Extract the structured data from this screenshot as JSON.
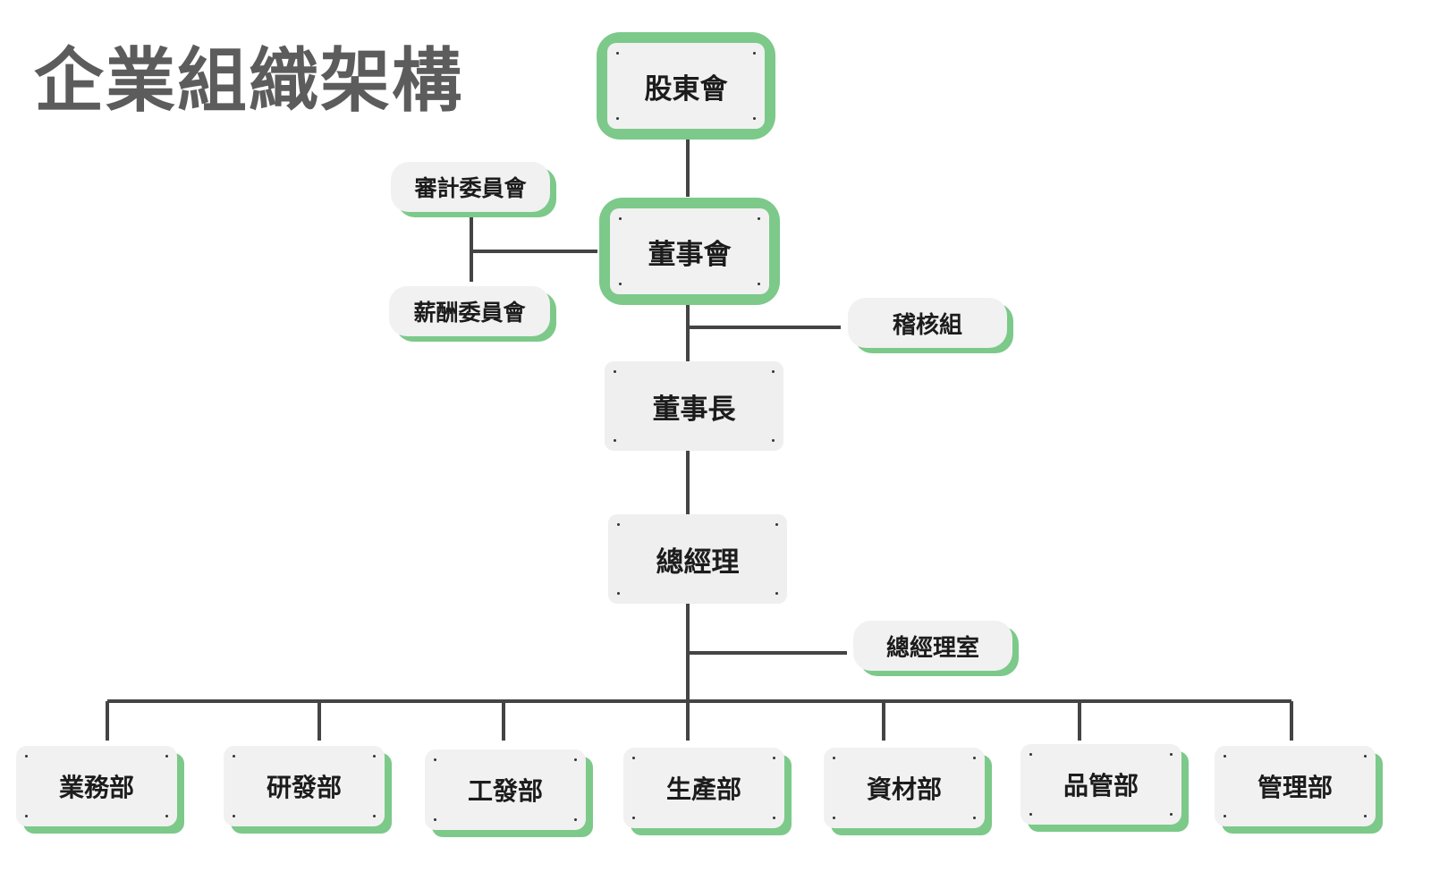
{
  "title": "企業組織架構",
  "nodes": {
    "shareholders": "股東會",
    "board": "董事會",
    "audit_committee": "審計委員會",
    "compensation_committee": "薪酬委員會",
    "audit_team": "稽核組",
    "chairman": "董事長",
    "general_manager": "總經理",
    "gm_office": "總經理室",
    "departments": [
      "業務部",
      "研發部",
      "工發部",
      "生產部",
      "資材部",
      "品管部",
      "管理部"
    ]
  },
  "colors": {
    "accent_green": "#7cc98a",
    "box_fill": "#f1f1f1",
    "connector": "#444444",
    "title": "#5c5c5c"
  }
}
